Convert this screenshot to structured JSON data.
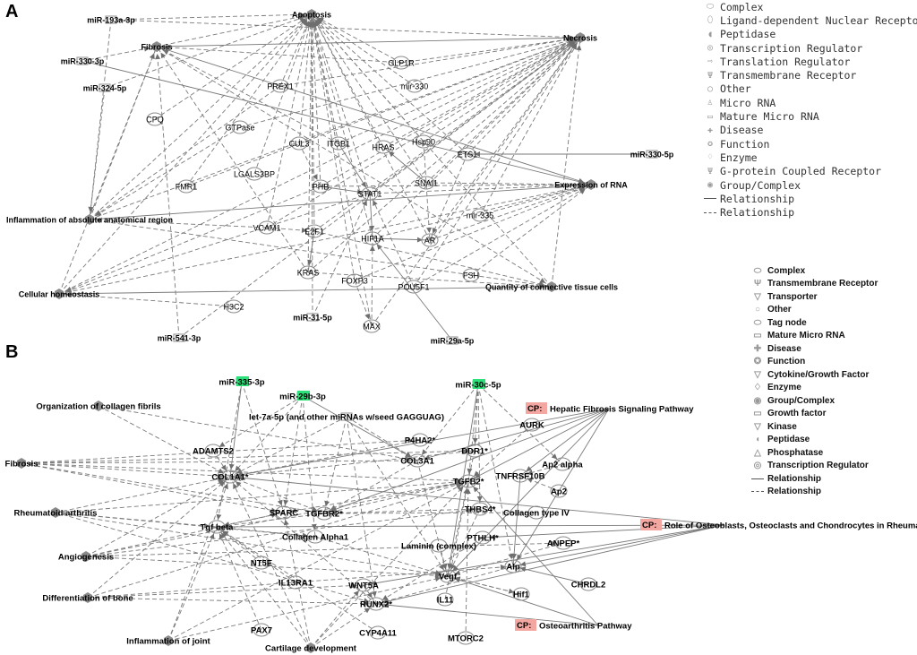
{
  "panels": {
    "a": "A",
    "b": "B"
  },
  "legend_a": [
    {
      "icon": "complex-icon",
      "glyph": "⬭",
      "label": "Complex"
    },
    {
      "icon": "ligand-dependent-nuclear-receptor-icon",
      "glyph": "⬯",
      "label": "Ligand-dependent Nuclear Receptor"
    },
    {
      "icon": "peptidase-icon",
      "glyph": "◖",
      "label": "Peptidase"
    },
    {
      "icon": "transcription-regulator-icon",
      "glyph": "◎",
      "label": "Transcription Regulator"
    },
    {
      "icon": "translation-regulator-icon",
      "glyph": "⇨",
      "label": "Translation Regulator"
    },
    {
      "icon": "transmembrane-receptor-icon",
      "glyph": "Ψ",
      "label": "Transmembrane Receptor"
    },
    {
      "icon": "other-icon",
      "glyph": "○",
      "label": "Other"
    },
    {
      "icon": "micro-rna-icon",
      "glyph": "♙",
      "label": "Micro RNA"
    },
    {
      "icon": "mature-micro-rna-icon",
      "glyph": "▭",
      "label": "Mature Micro RNA"
    },
    {
      "icon": "disease-icon",
      "glyph": "✚",
      "label": "Disease"
    },
    {
      "icon": "function-icon",
      "glyph": "✪",
      "label": "Function"
    },
    {
      "icon": "enzyme-icon",
      "glyph": "♢",
      "label": "Enzyme"
    },
    {
      "icon": "g-protein-coupled-receptor-icon",
      "glyph": "Ψ",
      "label": "G-protein Coupled Receptor"
    },
    {
      "icon": "group-complex-icon",
      "glyph": "◉",
      "label": "Group/Complex"
    },
    {
      "icon": "solid-relationship-icon",
      "line": "solid",
      "label": "Relationship"
    },
    {
      "icon": "dashed-relationship-icon",
      "line": "dashed",
      "label": "Relationship"
    }
  ],
  "legend_b": [
    {
      "icon": "complex-icon",
      "glyph": "⬭",
      "label": "Complex"
    },
    {
      "icon": "transmembrane-receptor-icon",
      "glyph": "Ψ",
      "label": "Transmembrane Receptor"
    },
    {
      "icon": "transporter-icon",
      "glyph": "▽",
      "label": "Transporter"
    },
    {
      "icon": "other-icon",
      "glyph": "○",
      "label": "Other"
    },
    {
      "icon": "tag-node-icon",
      "glyph": "⬭",
      "label": "Tag node"
    },
    {
      "icon": "mature-micro-rna-icon",
      "glyph": "▭",
      "label": "Mature Micro RNA"
    },
    {
      "icon": "disease-icon",
      "glyph": "✚",
      "label": "Disease"
    },
    {
      "icon": "function-icon",
      "glyph": "✪",
      "label": "Function"
    },
    {
      "icon": "cytokine-growth-factor-icon",
      "glyph": "▽",
      "label": "Cytokine/Growth Factor"
    },
    {
      "icon": "enzyme-icon",
      "glyph": "♢",
      "label": "Enzyme"
    },
    {
      "icon": "group-complex-icon",
      "glyph": "◉",
      "label": "Group/Complex"
    },
    {
      "icon": "growth-factor-icon",
      "glyph": "▭",
      "label": "Growth factor"
    },
    {
      "icon": "kinase-icon",
      "glyph": "▽",
      "label": "Kinase"
    },
    {
      "icon": "peptidase-icon",
      "glyph": "◖",
      "label": "Peptidase"
    },
    {
      "icon": "phosphatase-icon",
      "glyph": "△",
      "label": "Phosphatase"
    },
    {
      "icon": "transcription-regulator-icon",
      "glyph": "◎",
      "label": "Transcription Regulator"
    },
    {
      "icon": "solid-relationship-icon",
      "line": "solid",
      "label": "Relationship"
    },
    {
      "icon": "dashed-relationship-icon",
      "line": "dashed",
      "label": "Relationship"
    }
  ],
  "network_a": {
    "nodes": [
      {
        "id": "apoptosis",
        "label": "Apoptosis",
        "type": "function",
        "bold": true
      },
      {
        "id": "necrosis",
        "label": "Necrosis",
        "type": "function",
        "bold": true
      },
      {
        "id": "mir193a",
        "label": "miR-193a-3p",
        "type": "mirna",
        "bold": true
      },
      {
        "id": "fibrosis",
        "label": "Fibrosis",
        "type": "disease",
        "bold": true
      },
      {
        "id": "mir330_3p",
        "label": "miR-330-3p",
        "type": "mirna",
        "bold": true
      },
      {
        "id": "mir324",
        "label": "miR-324-5p",
        "type": "mirna",
        "bold": true
      },
      {
        "id": "glp1r",
        "label": "GLP1R",
        "type": "other",
        "bold": false
      },
      {
        "id": "prex1",
        "label": "PREX1",
        "type": "other",
        "bold": false
      },
      {
        "id": "mir330",
        "label": "mir-330",
        "type": "other",
        "bold": false
      },
      {
        "id": "cpq",
        "label": "CPQ",
        "type": "other",
        "bold": false
      },
      {
        "id": "gtpase",
        "label": "GTPase",
        "type": "other",
        "bold": false
      },
      {
        "id": "cul3",
        "label": "CUL3",
        "type": "other",
        "bold": false
      },
      {
        "id": "itgb1",
        "label": "ITGB1",
        "type": "other",
        "bold": false
      },
      {
        "id": "hras",
        "label": "HRAS",
        "type": "other",
        "bold": false
      },
      {
        "id": "hsp90",
        "label": "Hsp90",
        "type": "other",
        "bold": false
      },
      {
        "id": "ets1",
        "label": "ETS1",
        "type": "other",
        "bold": false
      },
      {
        "id": "mir330_5p",
        "label": "miR-330-5p",
        "type": "mirna",
        "bold": true
      },
      {
        "id": "lgals3bp",
        "label": "LGALS3BP",
        "type": "other",
        "bold": false
      },
      {
        "id": "fmr1",
        "label": "FMR1",
        "type": "other",
        "bold": false
      },
      {
        "id": "phb",
        "label": "PHB",
        "type": "other",
        "bold": false
      },
      {
        "id": "snai1",
        "label": "SNAI1",
        "type": "other",
        "bold": false
      },
      {
        "id": "expression_rna",
        "label": "Expression of RNA",
        "type": "function",
        "bold": true
      },
      {
        "id": "stat1",
        "label": "STAT1",
        "type": "other",
        "bold": false
      },
      {
        "id": "inflammation",
        "label": "Inflammation of absolute anatomical region",
        "type": "disease",
        "bold": true
      },
      {
        "id": "mir335",
        "label": "mir-335",
        "type": "other",
        "bold": false
      },
      {
        "id": "vcam1",
        "label": "VCAM1",
        "type": "other",
        "bold": false
      },
      {
        "id": "e2f1",
        "label": "E2F1",
        "type": "other",
        "bold": false
      },
      {
        "id": "hif1a",
        "label": "HIF1A",
        "type": "other",
        "bold": false
      },
      {
        "id": "ar",
        "label": "AR",
        "type": "other",
        "bold": false
      },
      {
        "id": "kras",
        "label": "KRAS",
        "type": "other",
        "bold": false
      },
      {
        "id": "fsh",
        "label": "FSH",
        "type": "other",
        "bold": false
      },
      {
        "id": "foxp3",
        "label": "FOXP3",
        "type": "other",
        "bold": false
      },
      {
        "id": "pou5f1",
        "label": "POU5F1",
        "type": "other",
        "bold": false
      },
      {
        "id": "cellular_homeostasis",
        "label": "Cellular homeostasis",
        "type": "function",
        "bold": true
      },
      {
        "id": "quantity",
        "label": "Quantity of connective tissue cells",
        "type": "function",
        "bold": true
      },
      {
        "id": "h3c2",
        "label": "H3C2",
        "type": "other",
        "bold": false
      },
      {
        "id": "mir31",
        "label": "miR-31-5p",
        "type": "mirna",
        "bold": true
      },
      {
        "id": "max",
        "label": "MAX",
        "type": "other",
        "bold": false
      },
      {
        "id": "mir541",
        "label": "miR-541-3p",
        "type": "mirna",
        "bold": true
      },
      {
        "id": "mir29a",
        "label": "miR-29a-5p",
        "type": "mirna",
        "bold": true
      }
    ]
  },
  "network_b": {
    "nodes": [
      {
        "id": "mir335_3p",
        "label": "miR-335-3p",
        "type": "mirna",
        "bold": true,
        "highlight": "#2ee07a"
      },
      {
        "id": "mir29b",
        "label": "miR-29b-3p",
        "type": "mirna",
        "bold": true,
        "highlight": "#2ee07a"
      },
      {
        "id": "mir30c",
        "label": "miR-30c-5p",
        "type": "mirna",
        "bold": true,
        "highlight": "#2ee07a"
      },
      {
        "id": "org_collagen",
        "label": "Organization of collagen fibrils",
        "type": "function",
        "bold": true
      },
      {
        "id": "let7a",
        "label": "let-7a-5p (and other miRNAs w/seed GAGGUAG)",
        "type": "mirna",
        "bold": true
      },
      {
        "id": "cp_hepatic",
        "label": "Hepatic Fibrosis Signaling Pathway",
        "type": "canonical",
        "bold": true,
        "tag": "CP:"
      },
      {
        "id": "aurk",
        "label": "AURK",
        "type": "other",
        "bold": true
      },
      {
        "id": "adamts2",
        "label": "ADAMTS2",
        "type": "other",
        "bold": true
      },
      {
        "id": "p4ha2",
        "label": "P4HA2*",
        "type": "other",
        "bold": true
      },
      {
        "id": "ddr1",
        "label": "DDR1*",
        "type": "other",
        "bold": true
      },
      {
        "id": "fibrosis_b",
        "label": "Fibrosis",
        "type": "disease",
        "bold": true
      },
      {
        "id": "col3a1",
        "label": "COL3A1",
        "type": "other",
        "bold": true
      },
      {
        "id": "ap2alpha",
        "label": "Ap2 alpha",
        "type": "other",
        "bold": true
      },
      {
        "id": "col1a1",
        "label": "COL1A1*",
        "type": "other",
        "bold": true
      },
      {
        "id": "tnfrsf10b",
        "label": "TNFRSF10B",
        "type": "other",
        "bold": true
      },
      {
        "id": "tgfb2",
        "label": "TGFB2*",
        "type": "other",
        "bold": true
      },
      {
        "id": "ap2",
        "label": "Ap2",
        "type": "other",
        "bold": true
      },
      {
        "id": "thbs4",
        "label": "THBS4*",
        "type": "other",
        "bold": true
      },
      {
        "id": "collagen_iv",
        "label": "Collagen type IV",
        "type": "other",
        "bold": true
      },
      {
        "id": "rheumatoid",
        "label": "Rheumatoid arthritis",
        "type": "disease",
        "bold": true
      },
      {
        "id": "sparc",
        "label": "SPARC",
        "type": "other",
        "bold": true
      },
      {
        "id": "tgfbr2",
        "label": "TGFBR2*",
        "type": "other",
        "bold": true
      },
      {
        "id": "tgf_beta",
        "label": "Tgf beta",
        "type": "other",
        "bold": true
      },
      {
        "id": "cp_osteo",
        "label": "Role of Osteoblasts, Osteoclasts and Chondrocytes in Rheumatoid Arthritis",
        "type": "canonical",
        "bold": true,
        "tag": "CP:"
      },
      {
        "id": "collagen_alpha1",
        "label": "Collagen Alpha1",
        "type": "other",
        "bold": true
      },
      {
        "id": "pthlh",
        "label": "PTHLH*",
        "type": "other",
        "bold": true
      },
      {
        "id": "anpep",
        "label": "ANPEP*",
        "type": "other",
        "bold": true
      },
      {
        "id": "laminin",
        "label": "Laminin (complex)",
        "type": "other",
        "bold": true
      },
      {
        "id": "angiogenesis",
        "label": "Angiogenesis",
        "type": "function",
        "bold": true
      },
      {
        "id": "nt5e",
        "label": "NT5E",
        "type": "other",
        "bold": true
      },
      {
        "id": "alp",
        "label": "Alp",
        "type": "other",
        "bold": true
      },
      {
        "id": "vegf",
        "label": "Vegf",
        "type": "other",
        "bold": true
      },
      {
        "id": "il13ra1",
        "label": "IL13RA1",
        "type": "other",
        "bold": true
      },
      {
        "id": "wnt5a",
        "label": "WNT5A",
        "type": "other",
        "bold": true
      },
      {
        "id": "chrdl2",
        "label": "CHRDL2",
        "type": "other",
        "bold": true
      },
      {
        "id": "diff_bone",
        "label": "Differentiation of bone",
        "type": "function",
        "bold": true
      },
      {
        "id": "hif1",
        "label": "Hif1",
        "type": "other",
        "bold": true
      },
      {
        "id": "il11",
        "label": "IL11",
        "type": "other",
        "bold": true
      },
      {
        "id": "runx2",
        "label": "RUNX2*",
        "type": "other",
        "bold": true
      },
      {
        "id": "pax7",
        "label": "PAX7",
        "type": "other",
        "bold": true
      },
      {
        "id": "cp_oa",
        "label": "Osteoarthritis Pathway",
        "type": "canonical",
        "bold": true,
        "tag": "CP:"
      },
      {
        "id": "cyp4a11",
        "label": "CYP4A11",
        "type": "other",
        "bold": true
      },
      {
        "id": "inflammation_joint",
        "label": "Inflammation of joint",
        "type": "disease",
        "bold": true
      },
      {
        "id": "mtorc2",
        "label": "MTORC2",
        "type": "other",
        "bold": true
      },
      {
        "id": "cartilage",
        "label": "Cartilage development",
        "type": "function",
        "bold": true
      }
    ]
  },
  "colors": {
    "edge": "#7a7a7a",
    "node_stroke": "#8c8c8c",
    "cp_fill": "#f4a6a0",
    "mirna_highlight": "#2ee07a",
    "label": "#000000"
  }
}
